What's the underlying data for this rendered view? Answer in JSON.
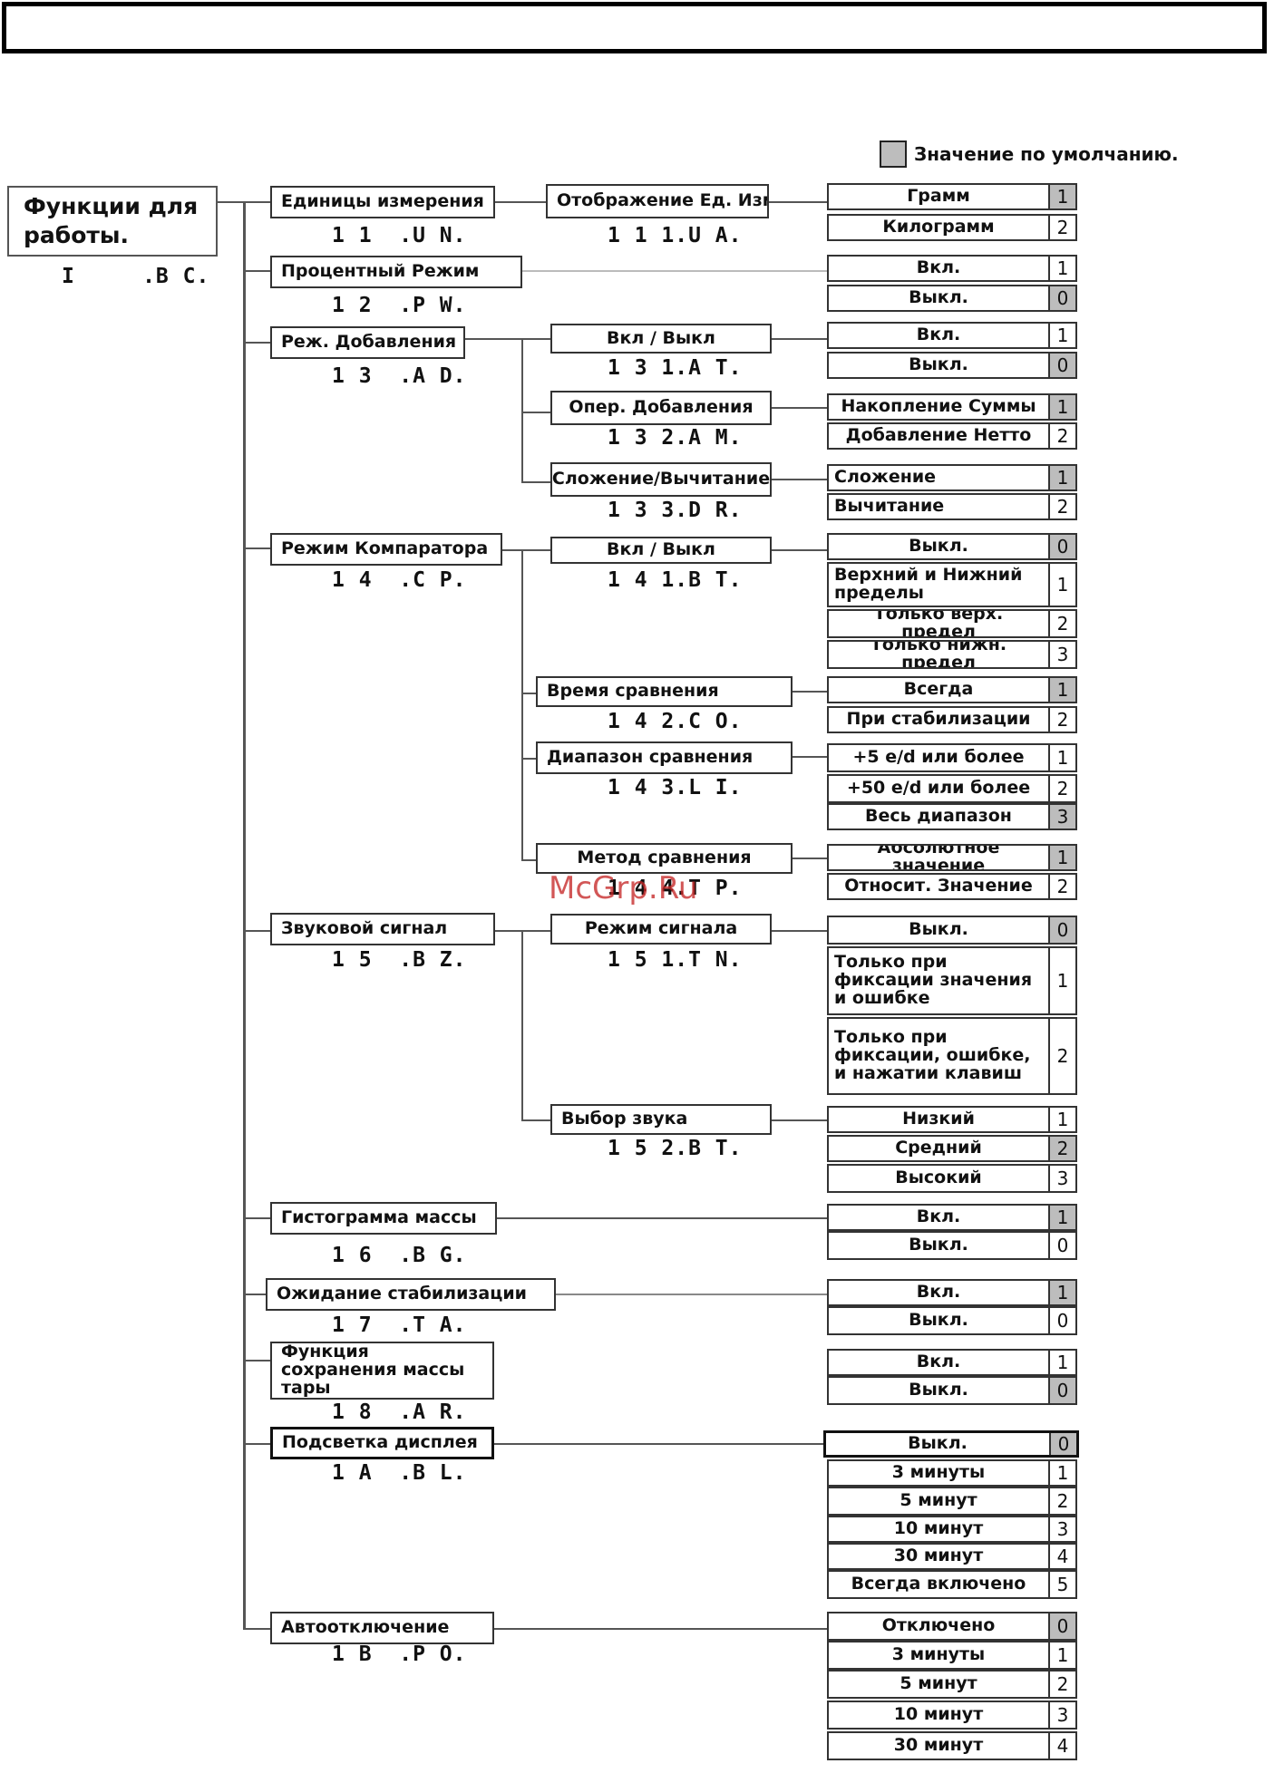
{
  "legend": {
    "label": "Значение по умолчанию."
  },
  "watermark": "McGrp.Ru",
  "root": {
    "label": "Функции для работы.",
    "code": "I     .B C."
  },
  "functions": [
    {
      "label": "Единицы измерения",
      "code": "1 1  .U N.",
      "subs": [
        {
          "label": "Отображение Ед. Изм.",
          "code": "1 1 1.U A.",
          "options": [
            {
              "label": "Грамм",
              "num": "1",
              "default": true
            },
            {
              "label": "Килограмм",
              "num": "2",
              "default": false
            }
          ]
        }
      ]
    },
    {
      "label": "Процентный Режим",
      "code": "1 2  .P W.",
      "options": [
        {
          "label": "Вкл.",
          "num": "1",
          "default": false
        },
        {
          "label": "Выкл.",
          "num": "0",
          "default": true
        }
      ]
    },
    {
      "label": "Реж. Добавления",
      "code": "1 3  .A D.",
      "subs": [
        {
          "label": "Вкл / Выкл",
          "code": "1 3 1.A T.",
          "options": [
            {
              "label": "Вкл.",
              "num": "1",
              "default": false
            },
            {
              "label": "Выкл.",
              "num": "0",
              "default": true
            }
          ]
        },
        {
          "label": "Опер. Добавления",
          "code": "1 3 2.A M.",
          "options": [
            {
              "label": "Накопление Суммы",
              "num": "1",
              "default": true
            },
            {
              "label": "Добавление Нетто",
              "num": "2",
              "default": false
            }
          ]
        },
        {
          "label": "Сложение/Вычитание",
          "code": "1 3 3.D R.",
          "options": [
            {
              "label": "Сложение",
              "num": "1",
              "default": true
            },
            {
              "label": "Вычитание",
              "num": "2",
              "default": false
            }
          ]
        }
      ]
    },
    {
      "label": "Режим Компаратора",
      "code": "1 4  .C P.",
      "subs": [
        {
          "label": "Вкл / Выкл",
          "code": "1 4 1.B T.",
          "options": [
            {
              "label": "Выкл.",
              "num": "0",
              "default": true
            },
            {
              "label": "Верхний и Нижний пределы",
              "num": "1",
              "default": false
            },
            {
              "label": "Только верх. предел",
              "num": "2",
              "default": false
            },
            {
              "label": "Только нижн. предел",
              "num": "3",
              "default": false
            }
          ]
        },
        {
          "label": "Время   сравнения",
          "code": "1 4 2.C O.",
          "options": [
            {
              "label": "Всегда",
              "num": "1",
              "default": true
            },
            {
              "label": "При стабилизации",
              "num": "2",
              "default": false
            }
          ]
        },
        {
          "label": "Диапазон сравнения",
          "code": "1 4 3.L I.",
          "options": [
            {
              "label": "+5 e/d или более",
              "num": "1",
              "default": false
            },
            {
              "label": "+50 e/d или более",
              "num": "2",
              "default": false
            },
            {
              "label": "Весь диапазон",
              "num": "3",
              "default": true
            }
          ]
        },
        {
          "label": "Метод сравнения",
          "code": "1 4 4.T P.",
          "options": [
            {
              "label": "Абсолютное значение",
              "num": "1",
              "default": true
            },
            {
              "label": "Относит. Значение",
              "num": "2",
              "default": false
            }
          ]
        }
      ]
    },
    {
      "label": "Звуковой сигнал",
      "code": "1 5  .B Z.",
      "subs": [
        {
          "label": "Режим сигнала",
          "code": "1 5 1.T N.",
          "options": [
            {
              "label": "Выкл.",
              "num": "0",
              "default": true
            },
            {
              "label": "Только при фиксации значения и ошибке",
              "num": "1",
              "default": false
            },
            {
              "label": "Только при фиксации, ошибке, и нажатии клавиш",
              "num": "2",
              "default": false
            }
          ]
        },
        {
          "label": "Выбор звука",
          "code": "1 5 2.B T.",
          "options": [
            {
              "label": "Низкий",
              "num": "1",
              "default": false
            },
            {
              "label": "Средний",
              "num": "2",
              "default": true
            },
            {
              "label": "Высокий",
              "num": "3",
              "default": false
            }
          ]
        }
      ]
    },
    {
      "label": "Гистограмма массы",
      "code": "1 6  .B G.",
      "options": [
        {
          "label": "Вкл.",
          "num": "1",
          "default": true
        },
        {
          "label": "Выкл.",
          "num": "0",
          "default": false
        }
      ]
    },
    {
      "label": "Ожидание стабилизации",
      "code": "1 7  .T A.",
      "options": [
        {
          "label": "Вкл.",
          "num": "1",
          "default": true
        },
        {
          "label": "Выкл.",
          "num": "0",
          "default": false
        }
      ]
    },
    {
      "label": "Функция сохранения массы тары",
      "code": "1 8  .A R.",
      "options": [
        {
          "label": "Вкл.",
          "num": "1",
          "default": false
        },
        {
          "label": "Выкл.",
          "num": "0",
          "default": true
        }
      ]
    },
    {
      "label": "Подсветка дисплея",
      "code": "1 A  .B L.",
      "options": [
        {
          "label": "Выкл.",
          "num": "0",
          "default": true
        },
        {
          "label": "3 минуты",
          "num": "1",
          "default": false
        },
        {
          "label": "5 минут",
          "num": "2",
          "default": false
        },
        {
          "label": "10 минут",
          "num": "3",
          "default": false
        },
        {
          "label": "30 минут",
          "num": "4",
          "default": false
        },
        {
          "label": "Всегда включено",
          "num": "5",
          "default": false
        }
      ]
    },
    {
      "label": "Автоотключение",
      "code": "1 B  .P O.",
      "options": [
        {
          "label": "Отключено",
          "num": "0",
          "default": true
        },
        {
          "label": "3 минуты",
          "num": "1",
          "default": false
        },
        {
          "label": "5 минут",
          "num": "2",
          "default": false
        },
        {
          "label": "10 минут",
          "num": "3",
          "default": false
        },
        {
          "label": "30 минут",
          "num": "4",
          "default": false
        }
      ]
    }
  ]
}
